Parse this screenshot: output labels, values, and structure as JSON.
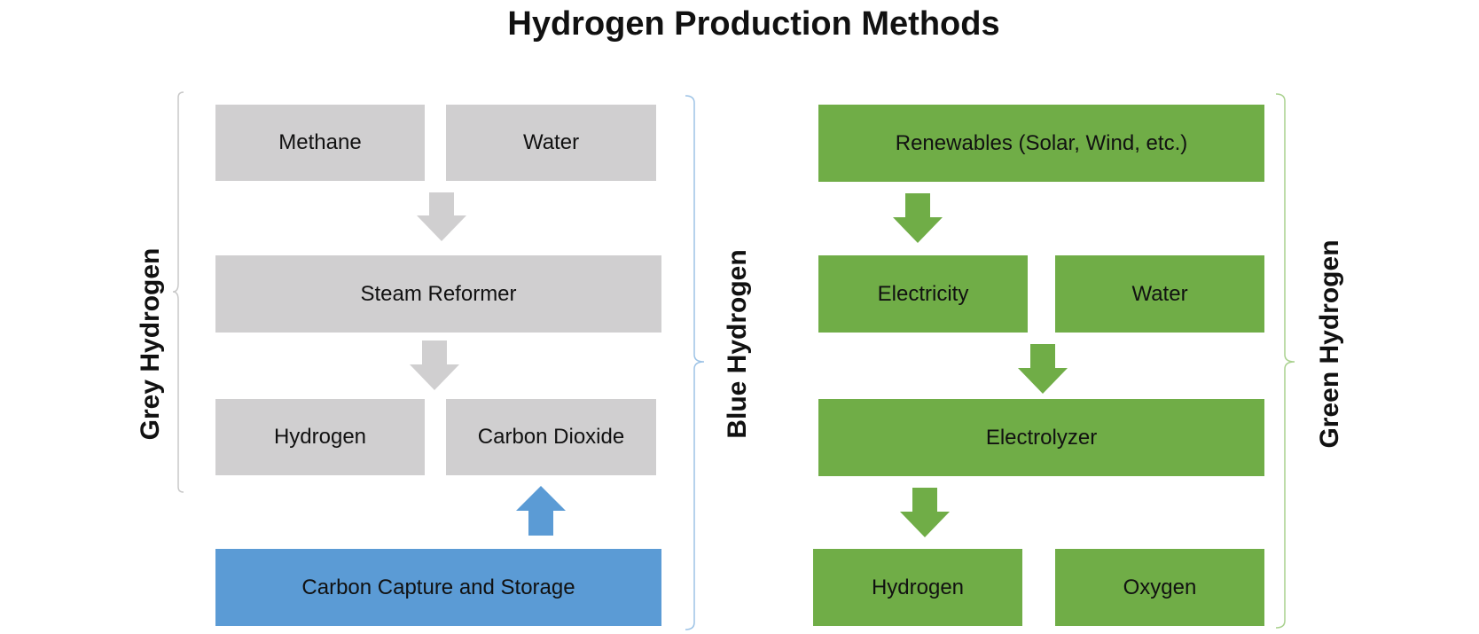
{
  "title": "Hydrogen Production Methods",
  "sections": {
    "grey": "Grey Hydrogen",
    "blue": "Blue Hydrogen",
    "green": "Green Hydrogen"
  },
  "grey_flow": {
    "methane": "Methane",
    "water": "Water",
    "steam_reformer": "Steam Reformer",
    "hydrogen": "Hydrogen",
    "carbon_dioxide": "Carbon Dioxide"
  },
  "blue_flow": {
    "ccs": "Carbon Capture and Storage"
  },
  "green_flow": {
    "renewables": "Renewables (Solar, Wind, etc.)",
    "electricity": "Electricity",
    "water": "Water",
    "electrolyzer": "Electrolyzer",
    "hydrogen": "Hydrogen",
    "oxygen": "Oxygen"
  },
  "colors": {
    "grey": "#d0cfd0",
    "green": "#70ad47",
    "blue": "#5b9bd5",
    "grey_bracket": "#c8c8c8",
    "blue_bracket": "#9dc3e6",
    "green_bracket": "#a9d18e"
  }
}
